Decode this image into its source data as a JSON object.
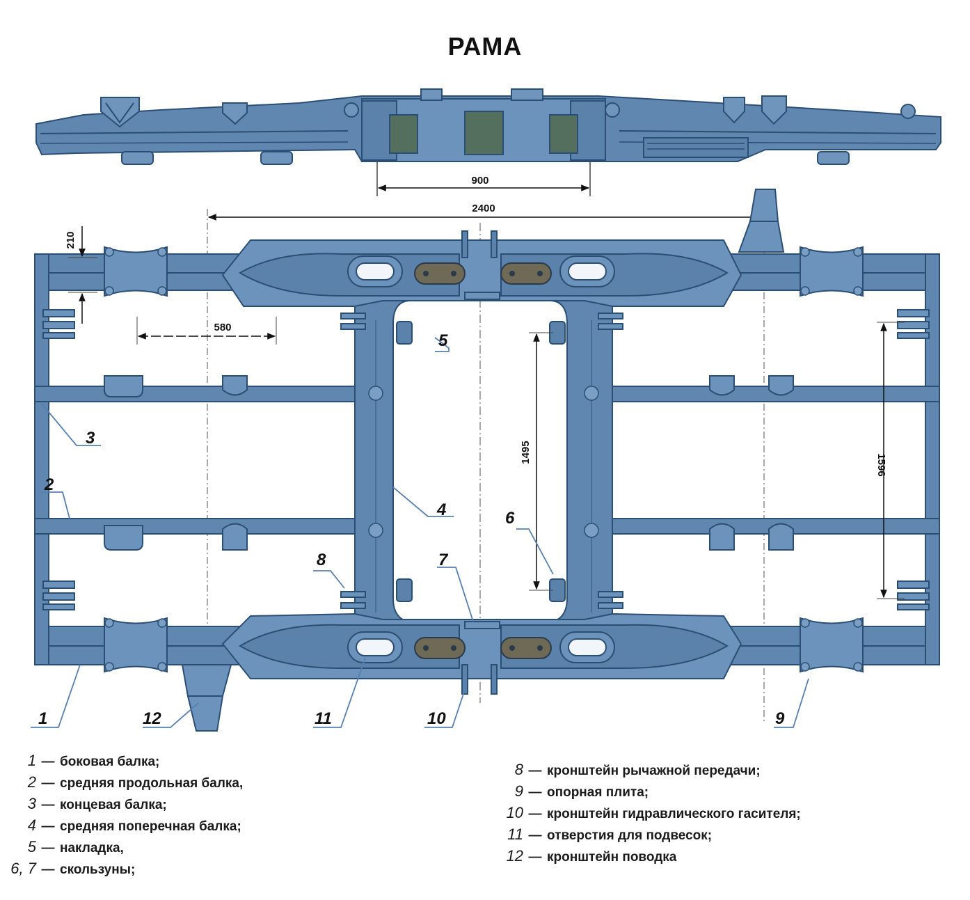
{
  "title": "РАМА",
  "colors": {
    "frame": "#5f87b0",
    "frame_dark": "#3e6790",
    "edge": "#2b4e74",
    "slider": "#6e6a55",
    "hole": "#f2f6fb"
  },
  "dimensions": {
    "d900": "900",
    "d2400": "2400",
    "d210": "210",
    "d580": "580",
    "d1495": "1495",
    "d1596": "1596"
  },
  "callouts": {
    "c1": "1",
    "c2": "2",
    "c3": "3",
    "c4": "4",
    "c5": "5",
    "c6": "6",
    "c7": "7",
    "c8": "8",
    "c9": "9",
    "c10": "10",
    "c11": "11",
    "c12": "12"
  },
  "legend_left": [
    {
      "num": "1",
      "text": "боковая балка;"
    },
    {
      "num": "2",
      "text": "средняя  продольная балка,"
    },
    {
      "num": "3",
      "text": "концевая балка;"
    },
    {
      "num": "4",
      "text": "средняя поперечная балка;"
    },
    {
      "num": "5",
      "text": "накладка,"
    },
    {
      "num": "6, 7",
      "text": "скользуны;"
    }
  ],
  "legend_right": [
    {
      "num": "8",
      "text": "кронштейн рычажной передачи;"
    },
    {
      "num": "9",
      "text": "опорная плита;"
    },
    {
      "num": "10",
      "text": "кронштейн гидравлического гасителя;"
    },
    {
      "num": "11",
      "text": "отверстия для подвесок;"
    },
    {
      "num": "12",
      "text": "кронштейн поводка"
    }
  ]
}
